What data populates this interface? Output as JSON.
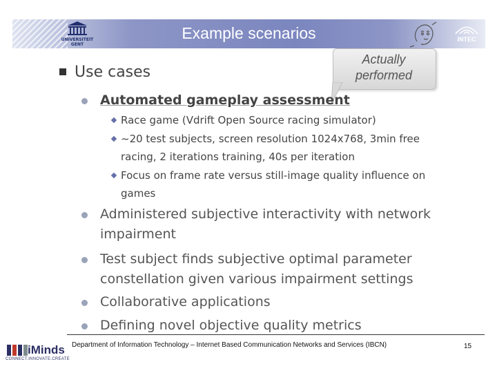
{
  "header": {
    "title": "Example scenarios"
  },
  "logos": {
    "ugent_line1": "UNIVERSITEIT",
    "ugent_line2": "GENT",
    "intec": "INTEC",
    "iminds": "iMinds",
    "iminds_tagline": "CONNECT.INNOVATE.CREATE"
  },
  "callout": {
    "line1": "Actually",
    "line2": "performed"
  },
  "content": {
    "heading": "Use cases",
    "items": [
      {
        "text": "Automated gameplay assessment",
        "subitems": [
          "Race game (Vdrift Open Source racing simulator)",
          "~20 test subjects, screen resolution 1024x768, 3min free racing, 2 iterations training, 40s per iteration",
          "Focus on frame rate versus still-image quality influence on games"
        ]
      },
      {
        "text": "Administered subjective interactivity with network impairment"
      },
      {
        "text": "Test subject finds subjective optimal parameter constellation given various impairment settings"
      },
      {
        "text": "Collaborative applications"
      },
      {
        "text": "Defining novel objective quality metrics"
      }
    ]
  },
  "footer": {
    "text": "Department of Information Technology – Internet Based Communication Networks and Services (IBCN)",
    "page": "15"
  },
  "colors": {
    "header_band": "#7b86bf",
    "bullet_dot": "#9aa3b8",
    "diamond": "#6670a8"
  }
}
